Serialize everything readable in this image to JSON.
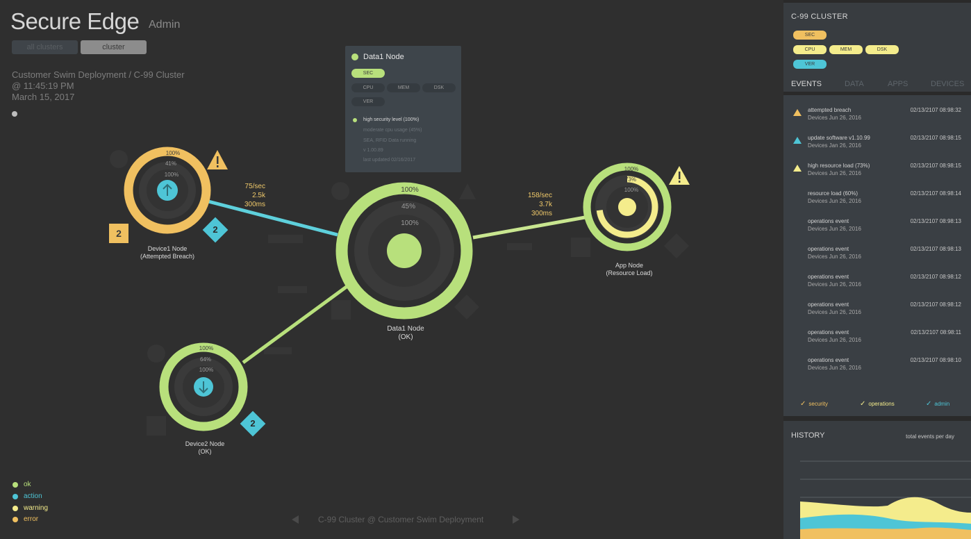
{
  "header": {
    "title": "Secure Edge",
    "subtitle": "Admin",
    "toggles": [
      "all clusters",
      "cluster"
    ],
    "breadcrumb": [
      "Customer Swim Deployment / C-99 Cluster",
      "@ 11:45:19 PM",
      "March 15, 2017"
    ]
  },
  "nodes": {
    "device1": {
      "label": [
        "Device1 Node",
        "(Attempted Breach)"
      ],
      "rings": [
        "100%",
        "41%",
        "100%"
      ],
      "badge_square": "2",
      "badge_diamond": "2"
    },
    "device2": {
      "label": [
        "Device2 Node",
        "(OK)"
      ],
      "rings": [
        "100%",
        "64%",
        "100%"
      ],
      "badge_diamond": "2"
    },
    "data1": {
      "label": [
        "Data1 Node",
        "(OK)"
      ],
      "rings": [
        "100%",
        "45%",
        "100%"
      ]
    },
    "app": {
      "label": [
        "App Node",
        "(Resource Load)"
      ],
      "rings": [
        "100%",
        "73%",
        "100%"
      ],
      "load_fraction": 0.73
    }
  },
  "links": {
    "device1_data1": [
      "75/sec",
      "2.5k",
      "300ms"
    ],
    "data1_app": [
      "158/sec",
      "3.7k",
      "300ms"
    ]
  },
  "popup": {
    "title": "Data1 Node",
    "pills": [
      "SEC",
      "CPU",
      "MEM",
      "DSK",
      "VER"
    ],
    "lines": [
      "high security level (100%)",
      "moderate cpu usage (45%)",
      "SEA, RFID Data running",
      "v 1.00.89",
      "last updated 02/16/2017"
    ]
  },
  "legend": [
    {
      "label": "ok",
      "color": "#b8e07c"
    },
    {
      "label": "action",
      "color": "#4ec5d6"
    },
    {
      "label": "warning",
      "color": "#f4ec8c"
    },
    {
      "label": "error",
      "color": "#f0c060"
    }
  ],
  "footer": {
    "label": "C-99 Cluster @ Customer Swim Deployment"
  },
  "side": {
    "cluster_title": "C-99 CLUSTER",
    "tags": [
      {
        "label": "SEC",
        "color": "#f0c060"
      },
      {
        "label": "CPU",
        "color": "#f4ec8c"
      },
      {
        "label": "MEM",
        "color": "#f4ec8c"
      },
      {
        "label": "DSK",
        "color": "#f4ec8c"
      },
      {
        "label": "VER",
        "color": "#4ec5d6"
      }
    ],
    "tabs": [
      "EVENTS",
      "DATA",
      "APPS",
      "DEVICES"
    ],
    "events": [
      {
        "title": "attempted breach",
        "sub": "Devices Jun 26, 2016",
        "time": "02/13/2107 08:98:32",
        "icon": "warning-orange"
      },
      {
        "title": "update software v1.10.99",
        "sub": "Devices Jan 26, 2016",
        "time": "02/13/2107 08:98:15",
        "icon": "action-cyan"
      },
      {
        "title": "high resource load (73%)",
        "sub": "Devices Jun 26, 2016",
        "time": "02/13/2107 08:98:15",
        "icon": "warning-yellow"
      },
      {
        "title": "resource load (60%)",
        "sub": "Devices Jun 26, 2016",
        "time": "02/13/2107 08:98:14",
        "icon": ""
      },
      {
        "title": "operations event",
        "sub": "Devices Jun 26, 2016",
        "time": "02/13/2107 08:98:13",
        "icon": ""
      },
      {
        "title": "operations event",
        "sub": "Devices Jun 26, 2016",
        "time": "02/13/2107 08:98:13",
        "icon": ""
      },
      {
        "title": "operations event",
        "sub": "Devices Jun 26, 2016",
        "time": "02/13/2107 08:98:12",
        "icon": ""
      },
      {
        "title": "operations event",
        "sub": "Devices Jun 26, 2016",
        "time": "02/13/2107 08:98:12",
        "icon": ""
      },
      {
        "title": "operations event",
        "sub": "Devices Jun 26, 2016",
        "time": "02/13/2107 08:98:11",
        "icon": ""
      },
      {
        "title": "operations event",
        "sub": "Devices Jun 26, 2016",
        "time": "02/13/2107 08:98:10",
        "icon": ""
      }
    ],
    "filters": [
      {
        "label": "security",
        "color": "#f0c060"
      },
      {
        "label": "operations",
        "color": "#f4ec8c"
      },
      {
        "label": "admin",
        "color": "#4ec5d6"
      }
    ],
    "history_title": "HISTORY",
    "history_sub": "total events per day"
  },
  "colors": {
    "ok": "#b8e07c",
    "action": "#4ec5d6",
    "warning": "#f4ec8c",
    "error": "#f0c060"
  }
}
